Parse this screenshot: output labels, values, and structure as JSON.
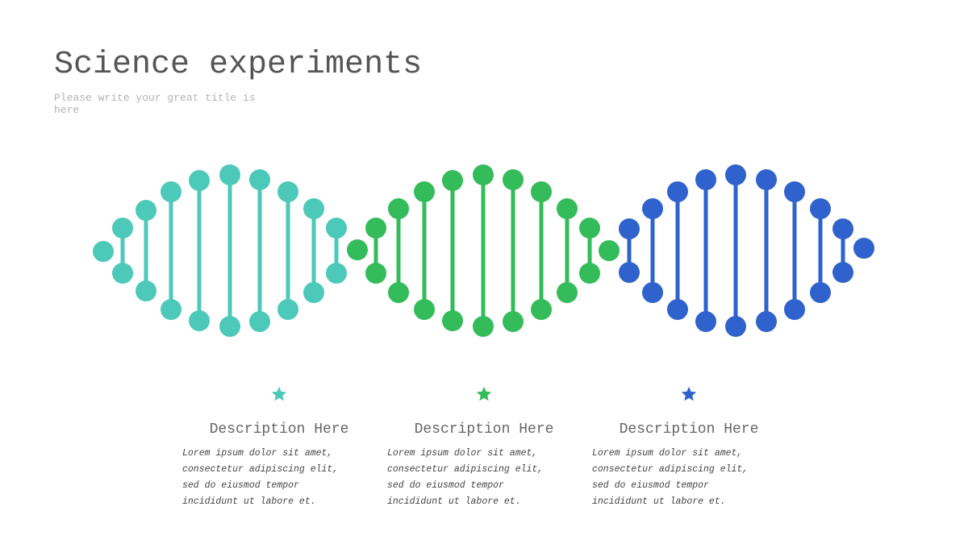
{
  "slide": {
    "title": "Science experiments",
    "subtitle": "Please write your great title is here"
  },
  "colors": {
    "teal": "#4cc9b8",
    "green": "#34bb5a",
    "blue": "#2f62cc",
    "title_text": "#555555",
    "subtitle_text": "#b3b3b3"
  },
  "helix_segments": [
    {
      "name": "teal-segment",
      "color": "#4cc9b8",
      "start_pair": "single-left",
      "rungs": 9
    },
    {
      "name": "green-segment",
      "color": "#34bb5a",
      "start_pair": "single-left",
      "rungs": 9
    },
    {
      "name": "blue-segment",
      "color": "#2f62cc",
      "start_pair": "single-right",
      "rungs": 9
    }
  ],
  "cards": [
    {
      "icon": "star-icon",
      "color": "#4cc9b8",
      "heading": "Description Here",
      "body": "Lorem ipsum dolor sit amet, consectetur adipiscing elit, sed do eiusmod tempor incididunt ut labore et."
    },
    {
      "icon": "star-icon",
      "color": "#34bb5a",
      "heading": "Description Here",
      "body": "Lorem ipsum dolor sit amet, consectetur adipiscing elit, sed do eiusmod tempor incididunt ut labore et."
    },
    {
      "icon": "star-icon",
      "color": "#2f62cc",
      "heading": "Description Here",
      "body": "Lorem ipsum dolor sit amet, consectetur adipiscing elit, sed do eiusmod tempor incididunt ut labore et."
    }
  ]
}
